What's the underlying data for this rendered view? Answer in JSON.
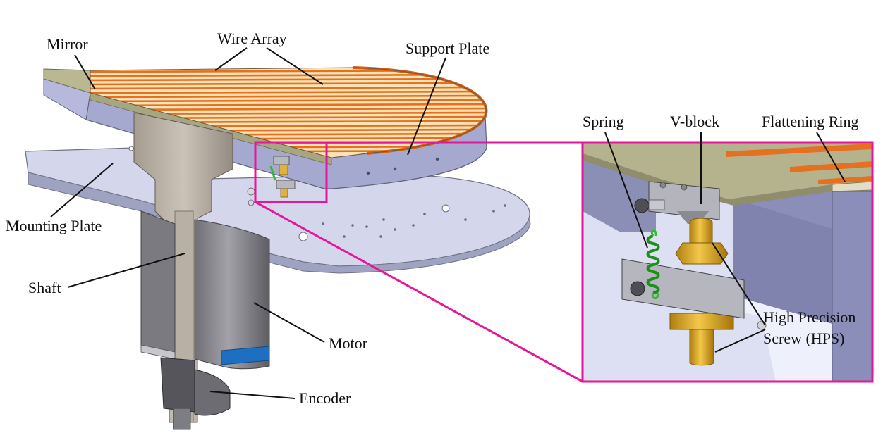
{
  "labels": {
    "mirror": "Mirror",
    "wire_array": "Wire Array",
    "support_plate": "Support Plate",
    "mounting_plate": "Mounting Plate",
    "shaft": "Shaft",
    "motor": "Motor",
    "encoder": "Encoder",
    "spring": "Spring",
    "v_block": "V-block",
    "flattening_ring": "Flattening Ring",
    "hps_line1": "High Precision",
    "hps_line2": "Screw (HPS)"
  },
  "colors": {
    "callout_frame": "#e6169a",
    "wire": "#e5701f",
    "wire_gap": "#fbe3b8",
    "plate": "#c9cef0",
    "mirror": "#b9b893",
    "motor": "#8f8f95",
    "brass": "#d9a521",
    "spring": "#2fba2f",
    "ring": "#1f6fc0"
  }
}
